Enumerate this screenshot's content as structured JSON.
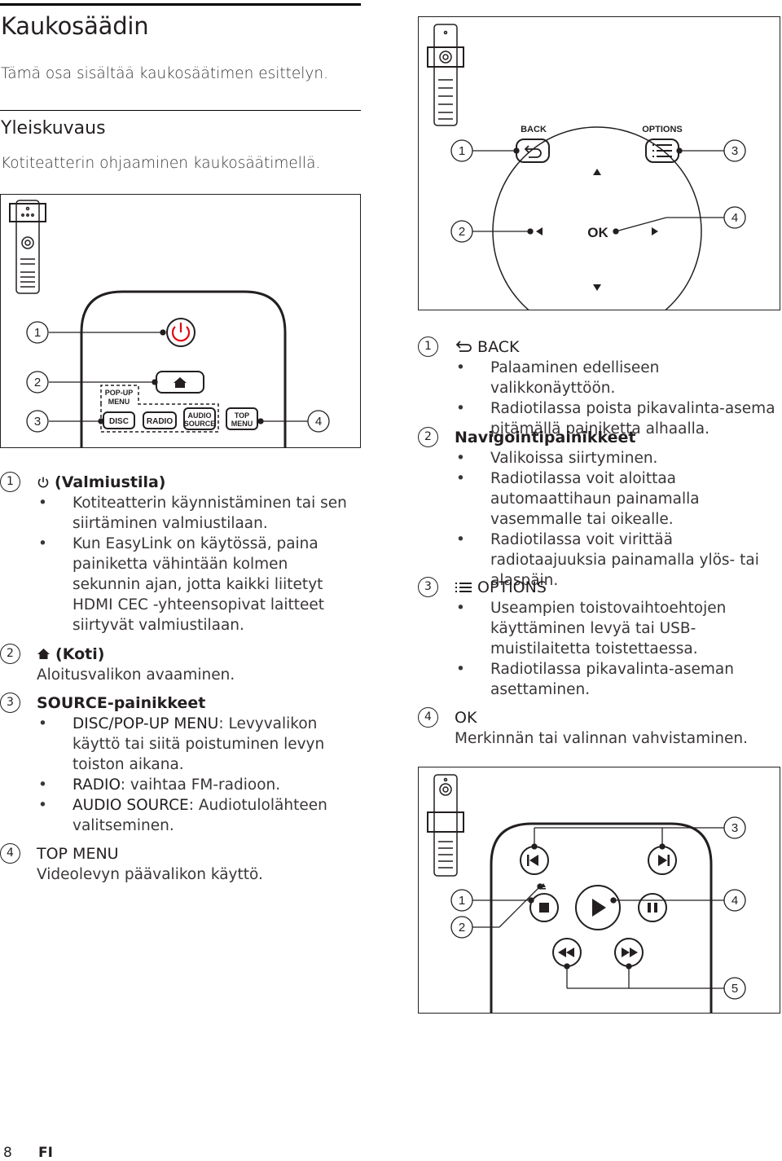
{
  "page": {
    "title": "Kaukosäädin",
    "intro": "Tämä osa sisältää kaukosäätimen esittelyn.",
    "subtitle": "Yleiskuvaus",
    "subintro": "Kotiteatterin ohjaaminen kaukosäätimellä.",
    "page_number": "8",
    "lang": "FI"
  },
  "figure1": {
    "buttons": [
      "POP-UP",
      "MENU",
      "DISC",
      "RADIO",
      "AUDIO",
      "SOURCE",
      "TOP",
      "MENU"
    ],
    "callouts": [
      "1",
      "2",
      "3",
      "4"
    ]
  },
  "figure2": {
    "labels": [
      "BACK",
      "OPTIONS",
      "OK"
    ],
    "callouts": [
      "1",
      "2",
      "3",
      "4"
    ]
  },
  "figure3": {
    "callouts": [
      "1",
      "2",
      "3",
      "4",
      "5"
    ]
  },
  "left_sections": [
    {
      "num": "1",
      "icon": "power-icon",
      "title": "(Valmiustila)",
      "bullets": [
        "Kotiteatterin käynnistäminen tai sen siirtäminen valmiustilaan.",
        "Kun EasyLink on käytössä, paina painiketta vähintään kolmen sekunnin ajan, jotta kaikki liitetyt HDMI CEC -yhteensopivat laitteet siirtyvät valmiustilaan."
      ]
    },
    {
      "num": "2",
      "icon": "home-icon",
      "title": "(Koti)",
      "text": "Aloitusvalikon avaaminen."
    },
    {
      "num": "3",
      "title": "SOURCE-painikkeet",
      "bullets": [
        {
          "key": "DISC/POP-UP MENU",
          "rest": ": Levyvalikon käyttö tai siitä poistuminen levyn toiston aikana."
        },
        {
          "key": "RADIO",
          "rest": ": vaihtaa FM-radioon."
        },
        {
          "key": "AUDIO SOURCE",
          "rest": ": Audiotulolähteen valitseminen."
        }
      ]
    },
    {
      "num": "4",
      "title": "TOP MENU",
      "text": "Videolevyn päävalikon käyttö."
    }
  ],
  "right_sections": [
    {
      "num": "1",
      "icon": "back-icon",
      "title": "BACK",
      "bullets": [
        "Palaaminen edelliseen valikkonäyttöön.",
        "Radiotilassa poista pikavalinta-asema pitämällä painiketta alhaalla."
      ]
    },
    {
      "num": "2",
      "title": "Navigointipainikkeet",
      "bullets": [
        "Valikoissa siirtyminen.",
        "Radiotilassa voit aloittaa automaattihaun painamalla vasemmalle tai oikealle.",
        "Radiotilassa voit virittää radiotaajuuksia painamalla ylös- tai alaspäin."
      ]
    },
    {
      "num": "3",
      "icon": "options-icon",
      "title": "OPTIONS",
      "bullets": [
        "Useampien toistovaihtoehtojen käyttäminen levyä tai USB-muistilaitetta toistettaessa.",
        "Radiotilassa pikavalinta-aseman asettaminen."
      ]
    },
    {
      "num": "4",
      "title": "OK",
      "text": "Merkinnän tai valinnan vahvistaminen."
    }
  ]
}
